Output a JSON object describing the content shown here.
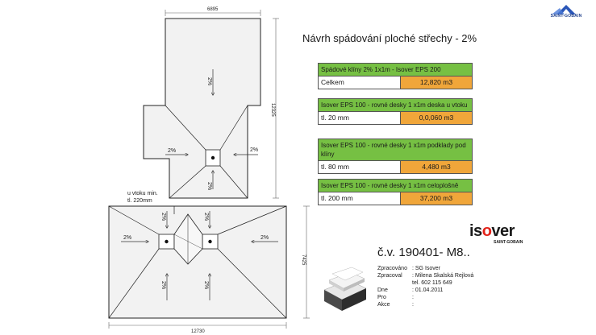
{
  "title": "Návrh spádování ploché střechy - 2%",
  "brand": {
    "saint_gobain": "SAINT-GOBAIN",
    "isover_prefix": "is",
    "isover_o": "o",
    "isover_suffix": "ver",
    "isover_sub": "SAINT-GOBAIN"
  },
  "boxes": [
    {
      "head": "Spádové klíny 2% 1x1m - Isover EPS 200",
      "label": "Celkem",
      "value": "12,820 m3"
    },
    {
      "head": "Isover EPS 100 - rovné desky 1 x1m deska u vtoku",
      "label": "tl. 20 mm",
      "value": "0,0,060 m3"
    },
    {
      "head": "Isover EPS 100 - rovné desky 1 x1m podklady pod klíny",
      "label": "tl. 80 mm",
      "value": "4,480 m3"
    },
    {
      "head": "Isover EPS 100 - rovné desky 1 x1m celoplošně",
      "label": "tl. 200 mm",
      "value": "37,200 m3"
    }
  ],
  "drawing_number": "č.v. 190401- M8..",
  "info": [
    {
      "key": "Zpracováno",
      "value": ": SG Isover"
    },
    {
      "key": "Zpracoval",
      "value": ": Milena Skalská Rejlová"
    },
    {
      "key": "",
      "value": "  tel. 602 115 649"
    },
    {
      "key": "Dne",
      "value": ": 01.04.2011"
    },
    {
      "key": "Pro",
      "value": ":"
    },
    {
      "key": "Akce",
      "value": ":"
    }
  ],
  "plan": {
    "dim_top": "6895",
    "dim_right_upper": "12325",
    "dim_right_lower": "7425",
    "dim_bottom": "12730",
    "slope": "2%",
    "note_line1": "u vtoku min.",
    "note_line2": "tl. 220mm"
  }
}
